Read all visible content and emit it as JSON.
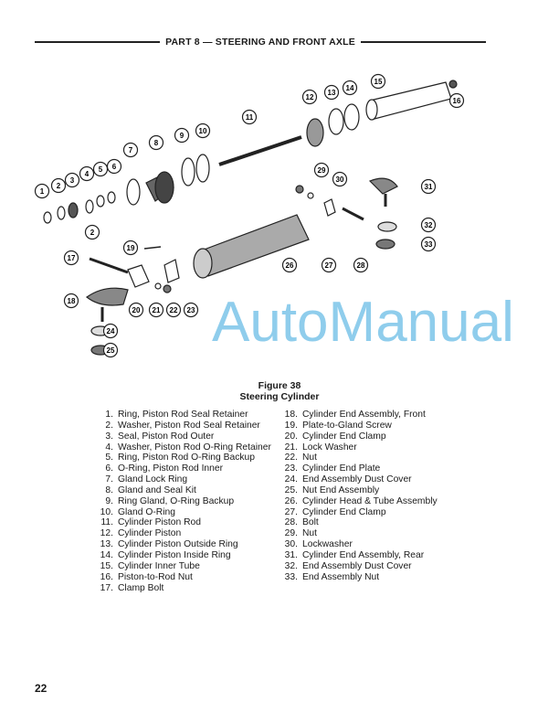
{
  "header": {
    "title": "PART 8 — STEERING AND FRONT AXLE"
  },
  "figure": {
    "number": "Figure 38",
    "title": "Steering Cylinder",
    "callouts": [
      "1",
      "2",
      "3",
      "4",
      "5",
      "6",
      "2",
      "7",
      "8",
      "9",
      "10",
      "11",
      "12",
      "13",
      "14",
      "15",
      "16",
      "17",
      "18",
      "19",
      "20",
      "21",
      "22",
      "23",
      "24",
      "25",
      "26",
      "27",
      "28",
      "29",
      "30",
      "31",
      "32",
      "33"
    ]
  },
  "parts_left": [
    {
      "num": "1.",
      "name": "Ring, Piston Rod Seal Retainer"
    },
    {
      "num": "2.",
      "name": "Washer, Piston Rod Seal Retainer"
    },
    {
      "num": "3.",
      "name": "Seal, Piston Rod Outer"
    },
    {
      "num": "4.",
      "name": "Washer, Piston Rod O-Ring Retainer"
    },
    {
      "num": "5.",
      "name": "Ring, Piston Rod O-Ring Backup"
    },
    {
      "num": "6.",
      "name": "O-Ring, Piston Rod Inner"
    },
    {
      "num": "7.",
      "name": "Gland Lock Ring"
    },
    {
      "num": "8.",
      "name": "Gland and Seal Kit"
    },
    {
      "num": "9.",
      "name": "Ring Gland, O-Ring Backup"
    },
    {
      "num": "10.",
      "name": "Gland O-Ring"
    },
    {
      "num": "11.",
      "name": "Cylinder Piston Rod"
    },
    {
      "num": "12.",
      "name": "Cylinder Piston"
    },
    {
      "num": "13.",
      "name": "Cylinder Piston Outside Ring"
    },
    {
      "num": "14.",
      "name": "Cylinder Piston Inside Ring"
    },
    {
      "num": "15.",
      "name": "Cylinder Inner Tube"
    },
    {
      "num": "16.",
      "name": "Piston-to-Rod Nut"
    },
    {
      "num": "17.",
      "name": "Clamp Bolt"
    }
  ],
  "parts_right": [
    {
      "num": "18.",
      "name": "Cylinder End Assembly, Front"
    },
    {
      "num": "19.",
      "name": "Plate-to-Gland Screw"
    },
    {
      "num": "20.",
      "name": "Cylinder End Clamp"
    },
    {
      "num": "21.",
      "name": "Lock Washer"
    },
    {
      "num": "22.",
      "name": "Nut"
    },
    {
      "num": "23.",
      "name": "Cylinder End Plate"
    },
    {
      "num": "24.",
      "name": "End Assembly Dust Cover"
    },
    {
      "num": "25.",
      "name": "Nut End Assembly"
    },
    {
      "num": "26.",
      "name": "Cylinder Head & Tube Assembly"
    },
    {
      "num": "27.",
      "name": "Cylinder End Clamp"
    },
    {
      "num": "28.",
      "name": "Bolt"
    },
    {
      "num": "29.",
      "name": "Nut"
    },
    {
      "num": "30.",
      "name": "Lockwasher"
    },
    {
      "num": "31.",
      "name": "Cylinder End Assembly, Rear"
    },
    {
      "num": "32.",
      "name": "End Assembly Dust Cover"
    },
    {
      "num": "33.",
      "name": "End Assembly Nut"
    }
  ],
  "page_number": "22",
  "watermark": "AutoManual"
}
